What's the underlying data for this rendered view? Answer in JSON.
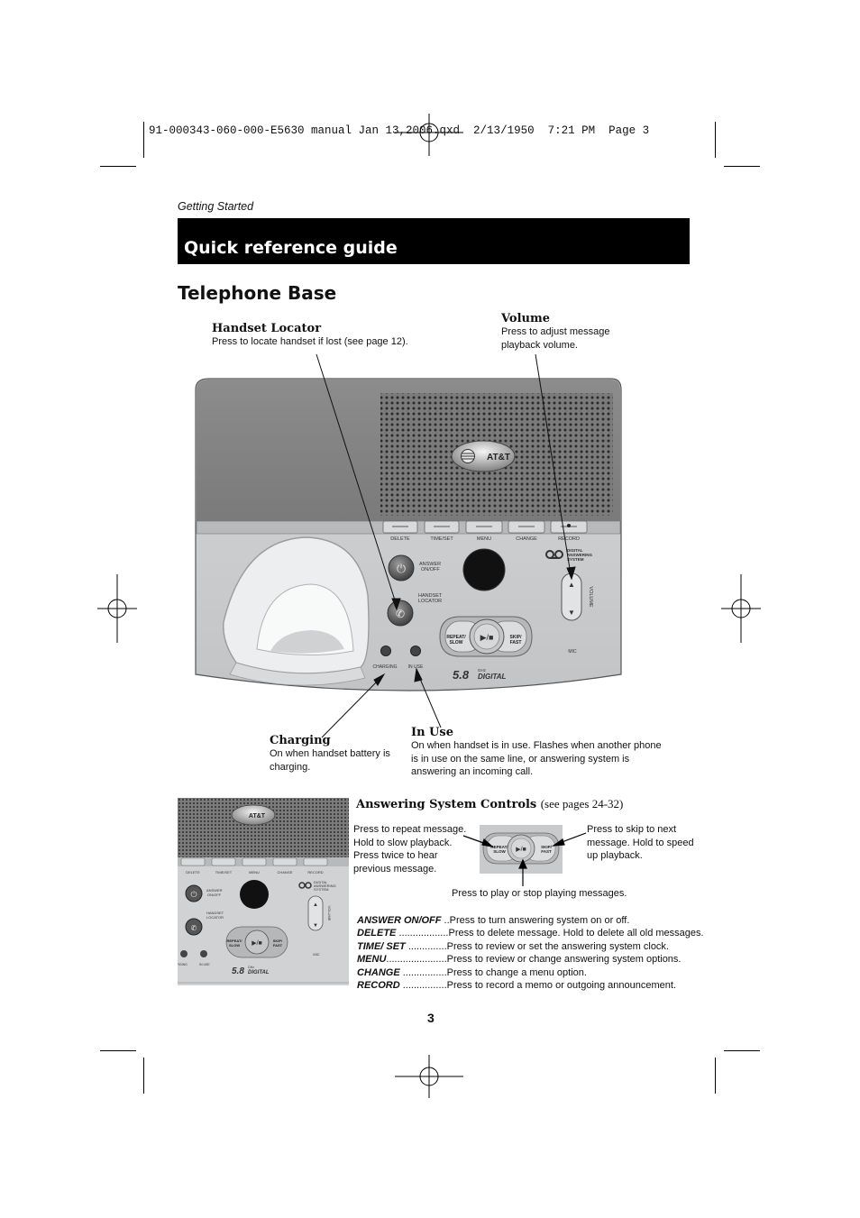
{
  "print_slug": "91-000343-060-000-E5630 manual Jan 13,2006.qxd  2/13/1950  7:21 PM  Page 3",
  "section_label": "Getting Started",
  "banner_title": "Quick reference guide",
  "heading": "Telephone Base",
  "callouts": {
    "handset_locator": {
      "title": "Handset Locator",
      "desc": "Press to locate handset if lost (see page 12)."
    },
    "volume": {
      "title": "Volume",
      "desc_line1": "Press to adjust message",
      "desc_line2": "playback volume."
    },
    "charging": {
      "title": "Charging",
      "desc_line1": "On when handset battery is",
      "desc_line2": "charging."
    },
    "in_use": {
      "title": "In Use",
      "desc_line1": "On when handset is in use. Flashes when another phone",
      "desc_line2": "is in use on the same line, or answering system is",
      "desc_line3": "answering an incoming call."
    }
  },
  "device": {
    "brand": "AT&T",
    "buttons": {
      "delete": "DELETE",
      "time_set": "TIME/SET",
      "menu": "MENU",
      "change": "CHANGE",
      "record": "RECORD"
    },
    "answer_label_1": "ANSWER",
    "answer_label_2": "ON/OFF",
    "handset_label_1": "HANDSET",
    "handset_label_2": "LOCATOR",
    "repeat_1": "REPEAT/",
    "repeat_2": "SLOW",
    "skip_1": "SKIP/",
    "skip_2": "FAST",
    "charging": "CHARGING",
    "in_use": "IN USE",
    "das_1": "DIGITAL",
    "das_2": "ANSWERING",
    "das_3": "SYSTEM",
    "volume": "VOLUME",
    "mic": "MIC",
    "model_number": "5.8",
    "model_ghz": "GHz",
    "model_digital": "DIGITAL",
    "play_stop": "▶/■"
  },
  "answering_controls": {
    "title": "Answering System Controls",
    "pages_note": "(see pages 24-32)",
    "repeat_note_1": "Press to repeat message.",
    "repeat_note_2": "Hold to slow playback.",
    "repeat_note_3": "Press twice to hear",
    "repeat_note_4": "previous message.",
    "skip_note_1": "Press to skip to next",
    "skip_note_2": "message. Hold to speed",
    "skip_note_3": "up playback.",
    "play_note": "Press to play or stop playing messages.",
    "rows": [
      {
        "key": "ANSWER ON/OFF",
        "dots": " ..",
        "desc": "Press to turn answering system on or off."
      },
      {
        "key": "DELETE",
        "dots": " ..................",
        "desc": "Press to delete message. Hold to delete all old messages."
      },
      {
        "key": "TIME/ SET",
        "dots": " ..............",
        "desc": "Press to review or set the answering system clock."
      },
      {
        "key": "MENU",
        "dots": "......................",
        "desc": "Press to review or change answering system options."
      },
      {
        "key": "CHANGE",
        "dots": " ................",
        "desc": "Press to change a menu option."
      },
      {
        "key": "RECORD",
        "dots": " ................",
        "desc": "Press to record a memo or outgoing announcement."
      }
    ]
  },
  "page_number": "3"
}
